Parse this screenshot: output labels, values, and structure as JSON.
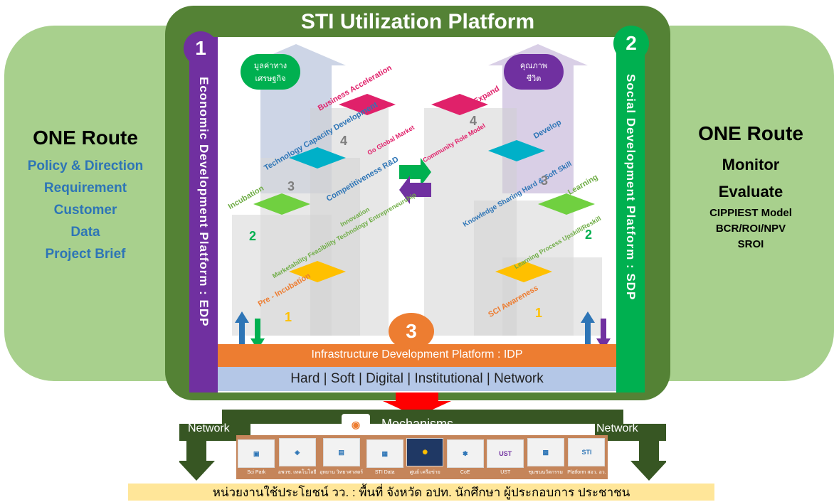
{
  "title": "STI Utilization Platform",
  "left_panel": {
    "heading": "ONE Route",
    "items": [
      "Policy & Direction",
      "Requirement",
      "Customer",
      "Data",
      "Project Brief"
    ]
  },
  "right_panel": {
    "heading": "ONE Route",
    "items": [
      "Monitor",
      "Evaluate"
    ],
    "sub_items": [
      "CIPPIEST Model",
      "BCR/ROI/NPV",
      "SROI"
    ]
  },
  "edp": {
    "number": "1",
    "label": "Economic Development Platform : EDP",
    "badge": "มูลค่าทาง เศรษฐกิจ"
  },
  "sdp": {
    "number": "2",
    "label": "Social Development Platform : SDP",
    "badge": "คุณภาพ ชีวิต"
  },
  "idp": {
    "number": "3",
    "label": "Infrastructure Development Platform : IDP",
    "types": "Hard | Soft | Digital | Institutional | Network"
  },
  "edp_steps": {
    "s4_labels": [
      "Business Acceleration",
      "Go Global Market"
    ],
    "s3_labels": [
      "Technology Capacity Development",
      "Competitiveness R&D"
    ],
    "s2_labels": [
      "Incubation",
      "Marketability Feasibility Technology Entrepreneurship",
      "Innovation"
    ],
    "s1_labels": [
      "Pre - Incubation"
    ],
    "numbers": [
      "4",
      "3",
      "2",
      "1"
    ]
  },
  "sdp_steps": {
    "s4_labels": [
      "Expand",
      "Community Role Model"
    ],
    "s3_labels": [
      "Develop",
      "Knowledge Sharing Hard & Soft Skill"
    ],
    "s2_labels": [
      "Learning",
      "Learning Process Upskill/Reskill"
    ],
    "s1_labels": [
      "SCI Awareness"
    ],
    "numbers": [
      "4",
      "3",
      "2",
      "1"
    ]
  },
  "mechanisms": {
    "title": "Mechanisms",
    "network_left": "Network",
    "network_right": "Network",
    "items": [
      "Sci Park",
      "อพวช. เทคโนโลยี",
      "อุทยาน วิทยาศาสตร์",
      "STI Data",
      "ศูนย์ เครือข่าย",
      "CoE",
      "UST",
      "ชุมชนนวัตกรรม",
      "Platform สอว. อว."
    ]
  },
  "footer": "หน่วยงานใช้ประโยชน์ วว. : พื้นที่ จังหวัด อปท. นักศึกษา ผู้ประกอบการ ประชาชน",
  "colors": {
    "green_frame": "#548235",
    "side_panel": "#a8d08d",
    "purple": "#7030a0",
    "teal": "#00b050",
    "orange": "#ed7d31",
    "idp_blue_bar": "#b4c7e7",
    "footer_bg": "#ffe699"
  }
}
